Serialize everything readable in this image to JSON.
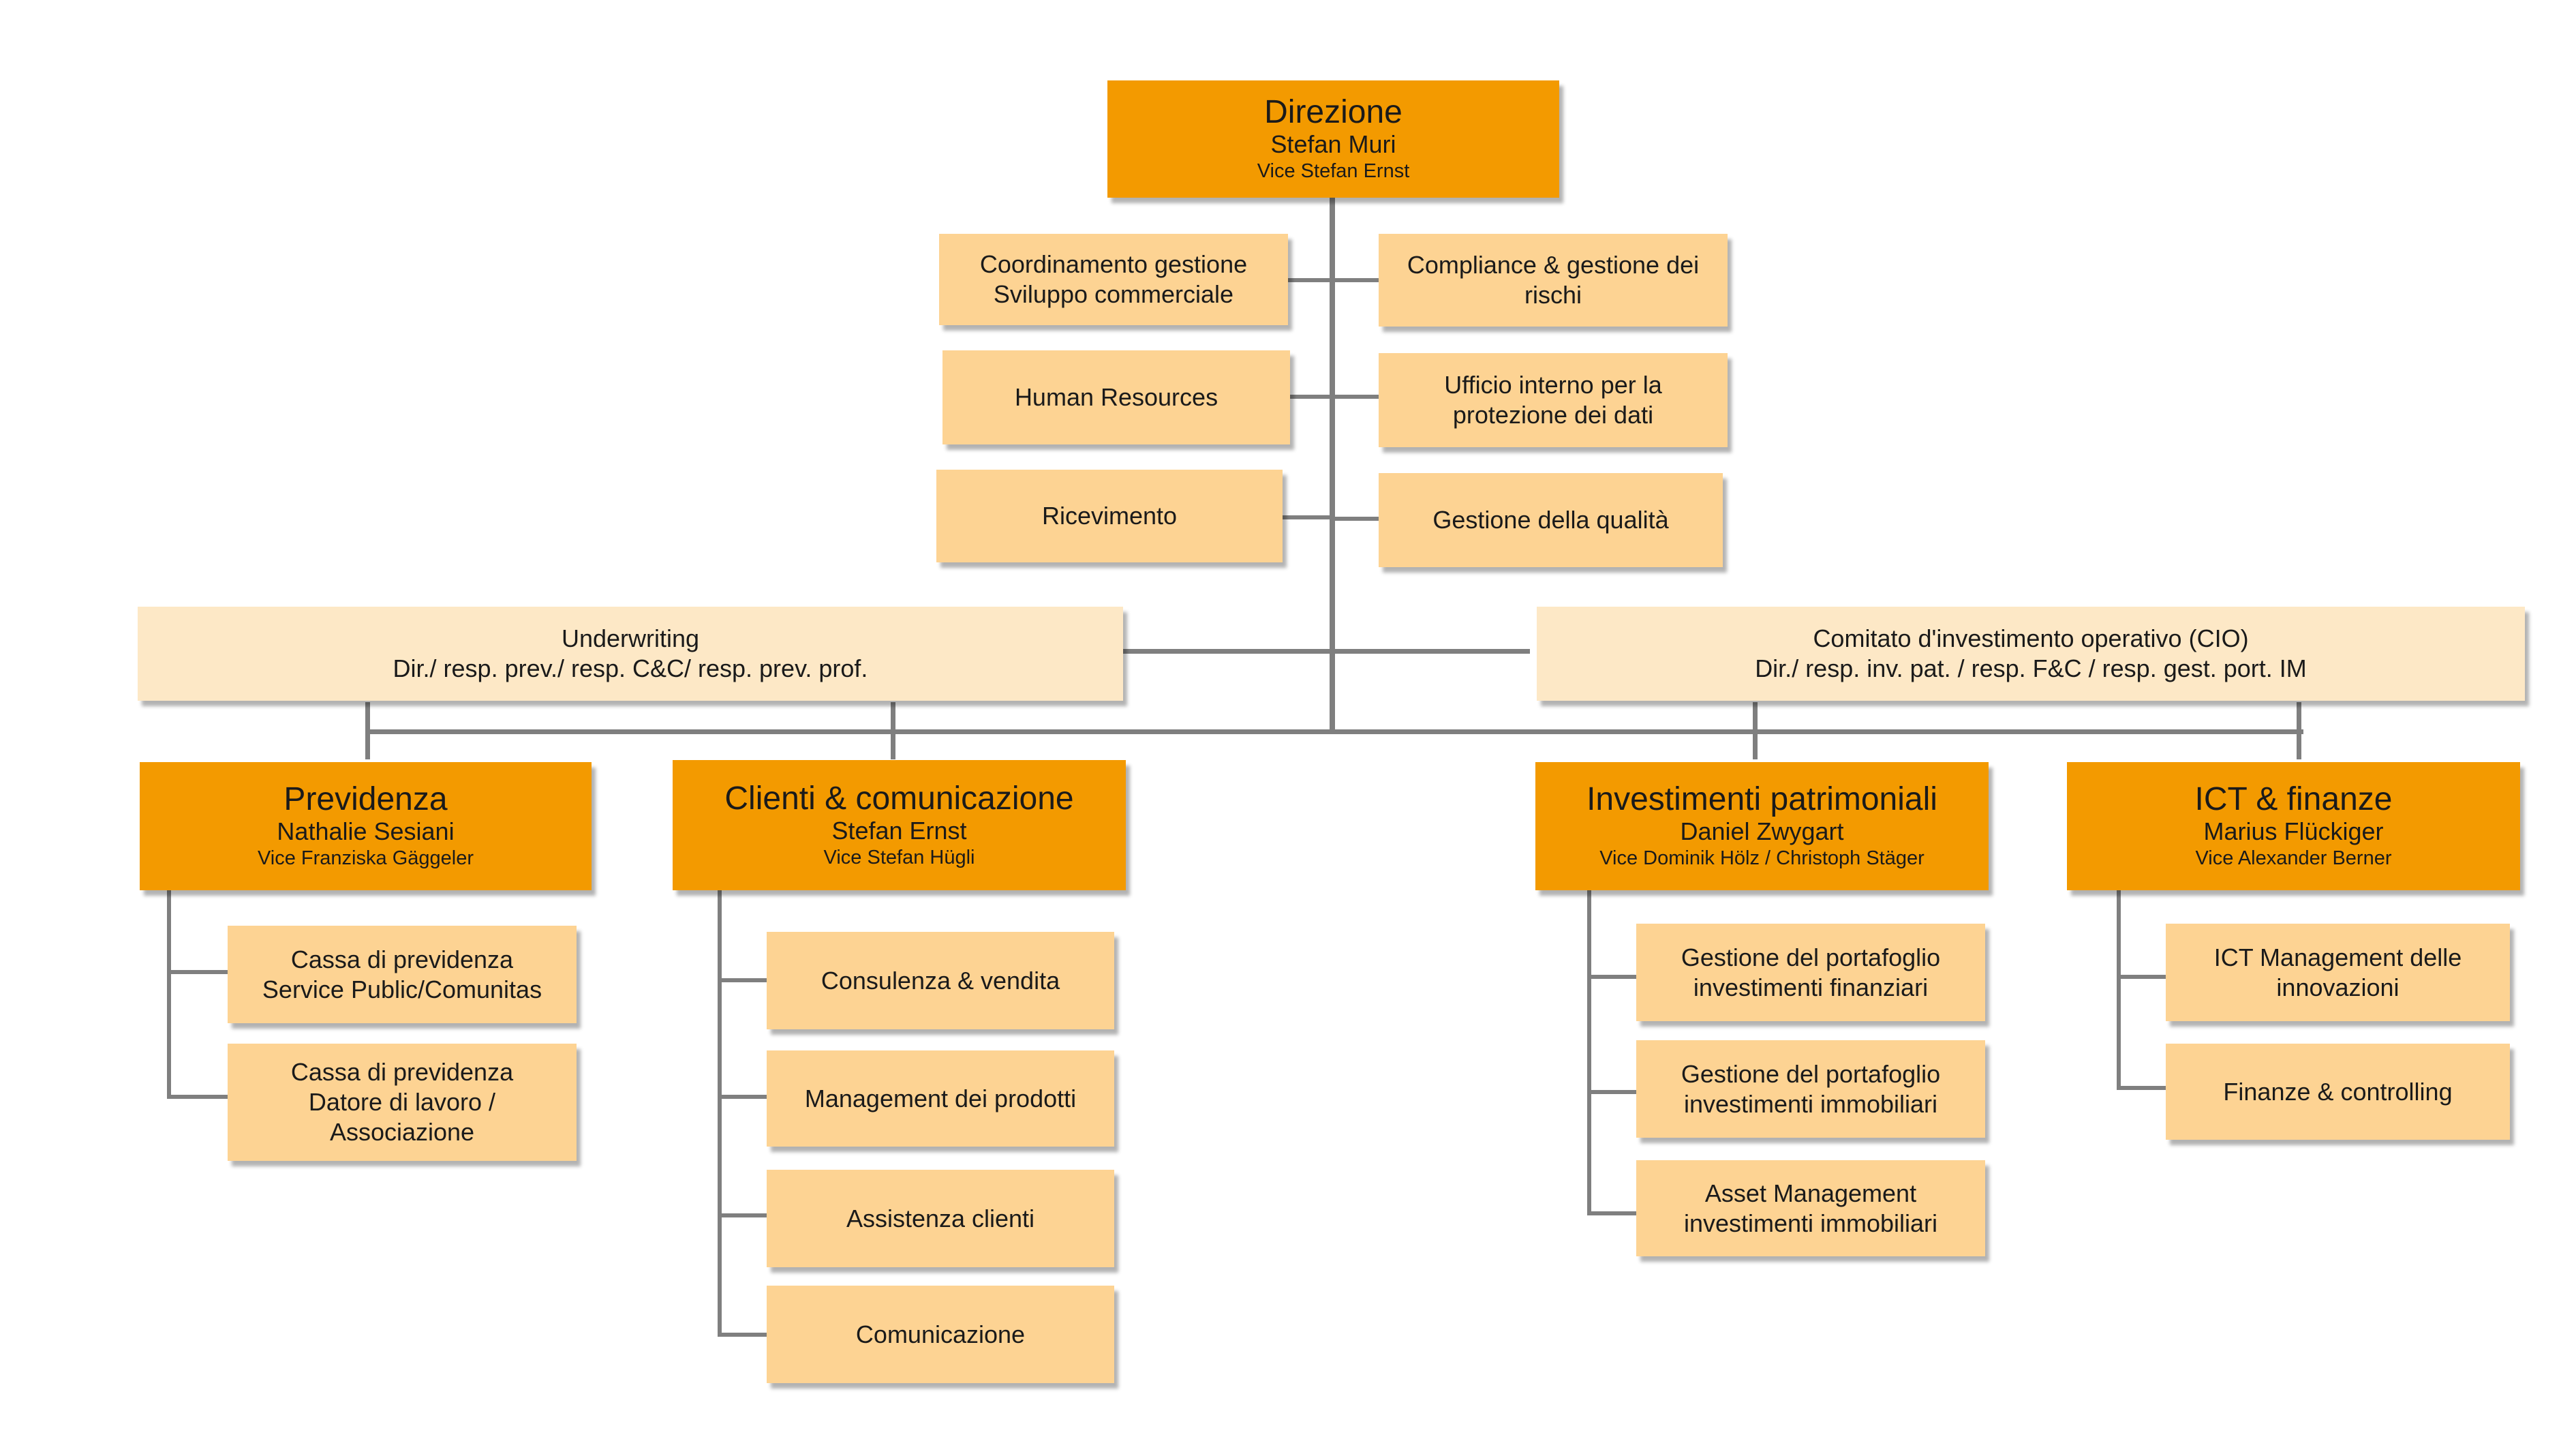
{
  "colors": {
    "head": "#f39a00",
    "sub": "#fdd393",
    "staff_light": "#fde8c6",
    "connector": "#7f7f7f"
  },
  "direzione": {
    "title": "Direzione",
    "name": "Stefan Muri",
    "vice": "Vice Stefan Ernst"
  },
  "staff_left": [
    "Coordinamento gestione\nSviluppo commerciale",
    "Human Resources",
    "Ricevimento"
  ],
  "staff_right": [
    "Compliance & gestione dei\nrischi",
    "Ufficio interno per la\nprotezione dei dati",
    "Gestione della qualità"
  ],
  "underwriting": {
    "line1": "Underwriting",
    "line2": "Dir./ resp. prev./ resp. C&C/ resp. prev. prof."
  },
  "cio": {
    "line1": "Comitato d'investimento operativo (CIO)",
    "line2": "Dir./ resp. inv. pat. / resp. F&C / resp. gest. port. IM"
  },
  "departments": [
    {
      "title": "Previdenza",
      "name": "Nathalie Sesiani",
      "vice": "Vice Franziska Gäggeler",
      "units": [
        "Cassa di previdenza\nService Public/Comunitas",
        "Cassa di previdenza\nDatore di lavoro /\nAssociazione"
      ]
    },
    {
      "title": "Clienti & comunicazione",
      "name": "Stefan Ernst",
      "vice": "Vice Stefan Hügli",
      "units": [
        "Consulenza & vendita",
        "Management dei prodotti",
        "Assistenza clienti",
        "Comunicazione"
      ]
    },
    {
      "title": "Investimenti patrimoniali",
      "name": "Daniel Zwygart",
      "vice": "Vice Dominik Hölz / Christoph Stäger",
      "units": [
        "Gestione del portafoglio\ninvestimenti finanziari",
        "Gestione del portafoglio\ninvestimenti immobiliari",
        "Asset Management\ninvestimenti immobiliari"
      ]
    },
    {
      "title": "ICT & finanze",
      "name": "Marius Flückiger",
      "vice": "Vice Alexander Berner",
      "units": [
        "ICT Management delle\ninnovazioni",
        "Finanze & controlling"
      ]
    }
  ]
}
